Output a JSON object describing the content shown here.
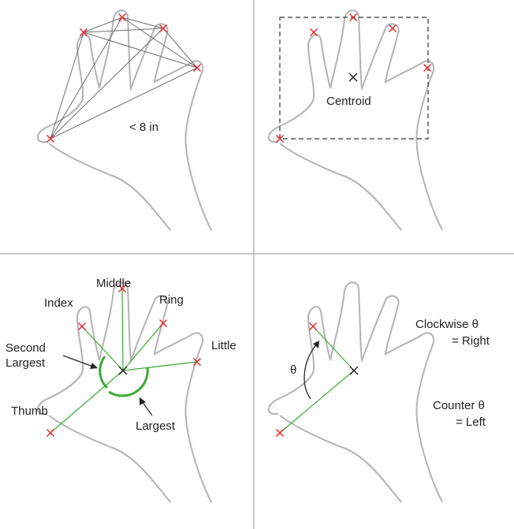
{
  "colors": {
    "hand_outline": "#b3b3b3",
    "divider": "#9a9a9a",
    "marker_red": "#e8262a",
    "connector_gray": "#6e6e6e",
    "green": "#3aaa35",
    "black": "#222222"
  },
  "panels": {
    "top_left": {
      "distance_label": "< 8 in"
    },
    "top_right": {
      "centroid_label": "Centroid"
    },
    "bottom_left": {
      "finger_labels": {
        "index": "Index",
        "middle": "Middle",
        "ring": "Ring",
        "little": "Little",
        "thumb": "Thumb"
      },
      "second_largest_line1": "Second",
      "second_largest_line2": "Largest",
      "largest_label": "Largest"
    },
    "bottom_right": {
      "theta_symbol": "θ",
      "clockwise_line1": "Clockwise θ",
      "clockwise_line2": "= Right",
      "counter_line1": "Counter θ",
      "counter_line2": "= Left"
    }
  }
}
